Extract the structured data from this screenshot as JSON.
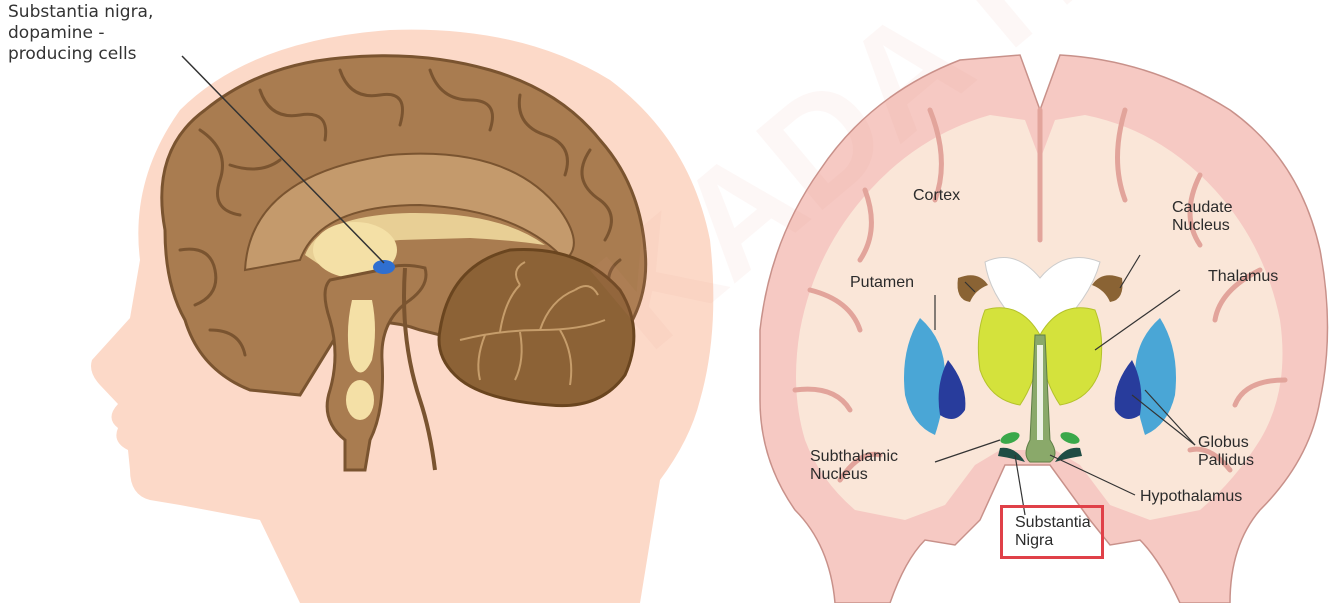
{
  "left_panel": {
    "label": "Substantia nigra,\ndopamine -\nproducing cells"
  },
  "right_panel": {
    "labels": {
      "cortex": "Cortex",
      "caudate": "Caudate\nNucleus",
      "putamen": "Putamen",
      "thalamus": "Thalamus",
      "globus": "Globus\nPallidus",
      "subthalamic": "Subthalamic\nNucleus",
      "hypothalamus": "Hypothalamus",
      "substantia": "Substantia\nNigra"
    }
  },
  "watermark": "KADA Home Hea",
  "colors": {
    "head_skin": "#fcd9c8",
    "brain_brown": "#a97c50",
    "brain_dark": "#7a5430",
    "cortex_pink": "#f6c9c3",
    "cortex_inner": "#fae6d8",
    "thalamus_green": "#d4e23c",
    "putamen_blue": "#4aa6d6",
    "globus_navy": "#283c9c",
    "caudate_brown": "#8a6334",
    "highlight_red": "#e04048",
    "substantia_blue": "#2f6fd0"
  }
}
